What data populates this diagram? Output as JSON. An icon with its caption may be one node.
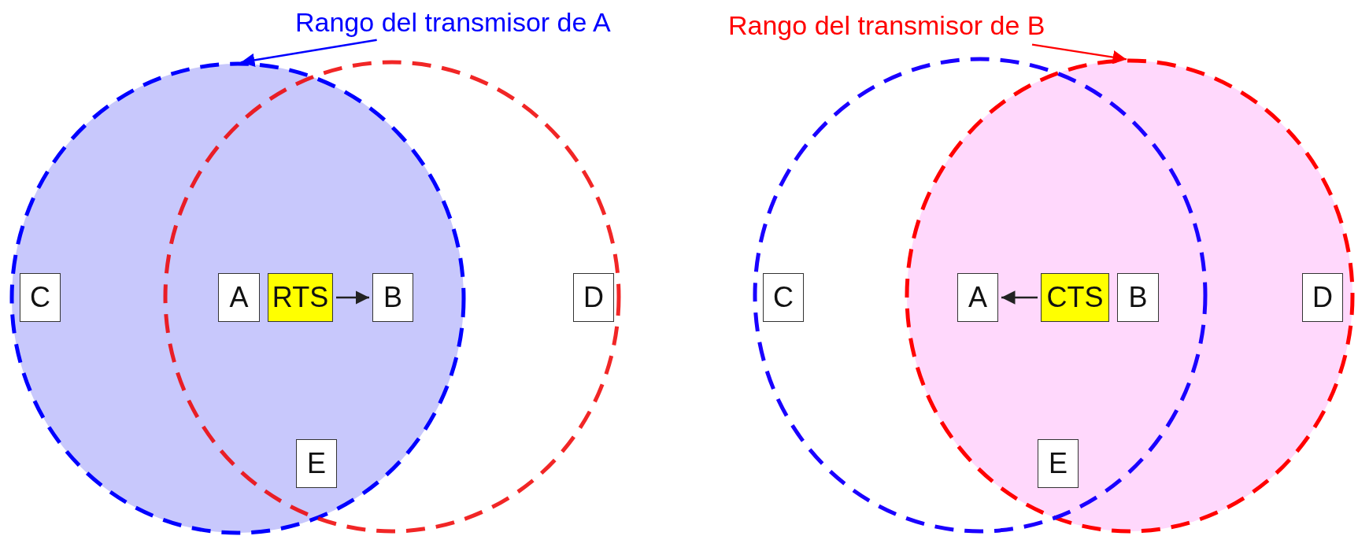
{
  "diagram": {
    "nodes": [
      {
        "text": [
          "Rango del transmisor de A"
        ]
      },
      {
        "text": [],
        "shape": "circle"
      },
      {
        "text": [],
        "shape": "circle"
      },
      {
        "text": [
          "C"
        ],
        "in": 1
      },
      {
        "text": [
          "A"
        ]
      },
      {
        "text": [
          "RTS"
        ]
      },
      {
        "text": [
          "B"
        ]
      },
      {
        "text": [
          "D"
        ],
        "in": 2
      },
      {
        "text": [
          "E"
        ]
      },
      {
        "text": [
          "Rango del transmisor de B"
        ]
      },
      {
        "text": [],
        "shape": "circle"
      },
      {
        "text": [],
        "shape": "circle"
      },
      {
        "text": [
          "C"
        ],
        "in": 10
      },
      {
        "text": [
          "A"
        ]
      },
      {
        "text": [
          "CTS"
        ]
      },
      {
        "text": [
          "B"
        ]
      },
      {
        "text": [
          "D"
        ],
        "in": 11
      },
      {
        "text": [
          "E"
        ]
      }
    ],
    "edges": [
      {
        "from": 0,
        "to": 1,
        "arrow": "to",
        "color": "#0000ff"
      },
      {
        "from": 5,
        "to": 6,
        "arrow": "to"
      },
      {
        "from": 9,
        "to": 11,
        "arrow": "to",
        "color": "#ff0000"
      },
      {
        "from": 14,
        "to": 13,
        "arrow": "to"
      }
    ]
  }
}
